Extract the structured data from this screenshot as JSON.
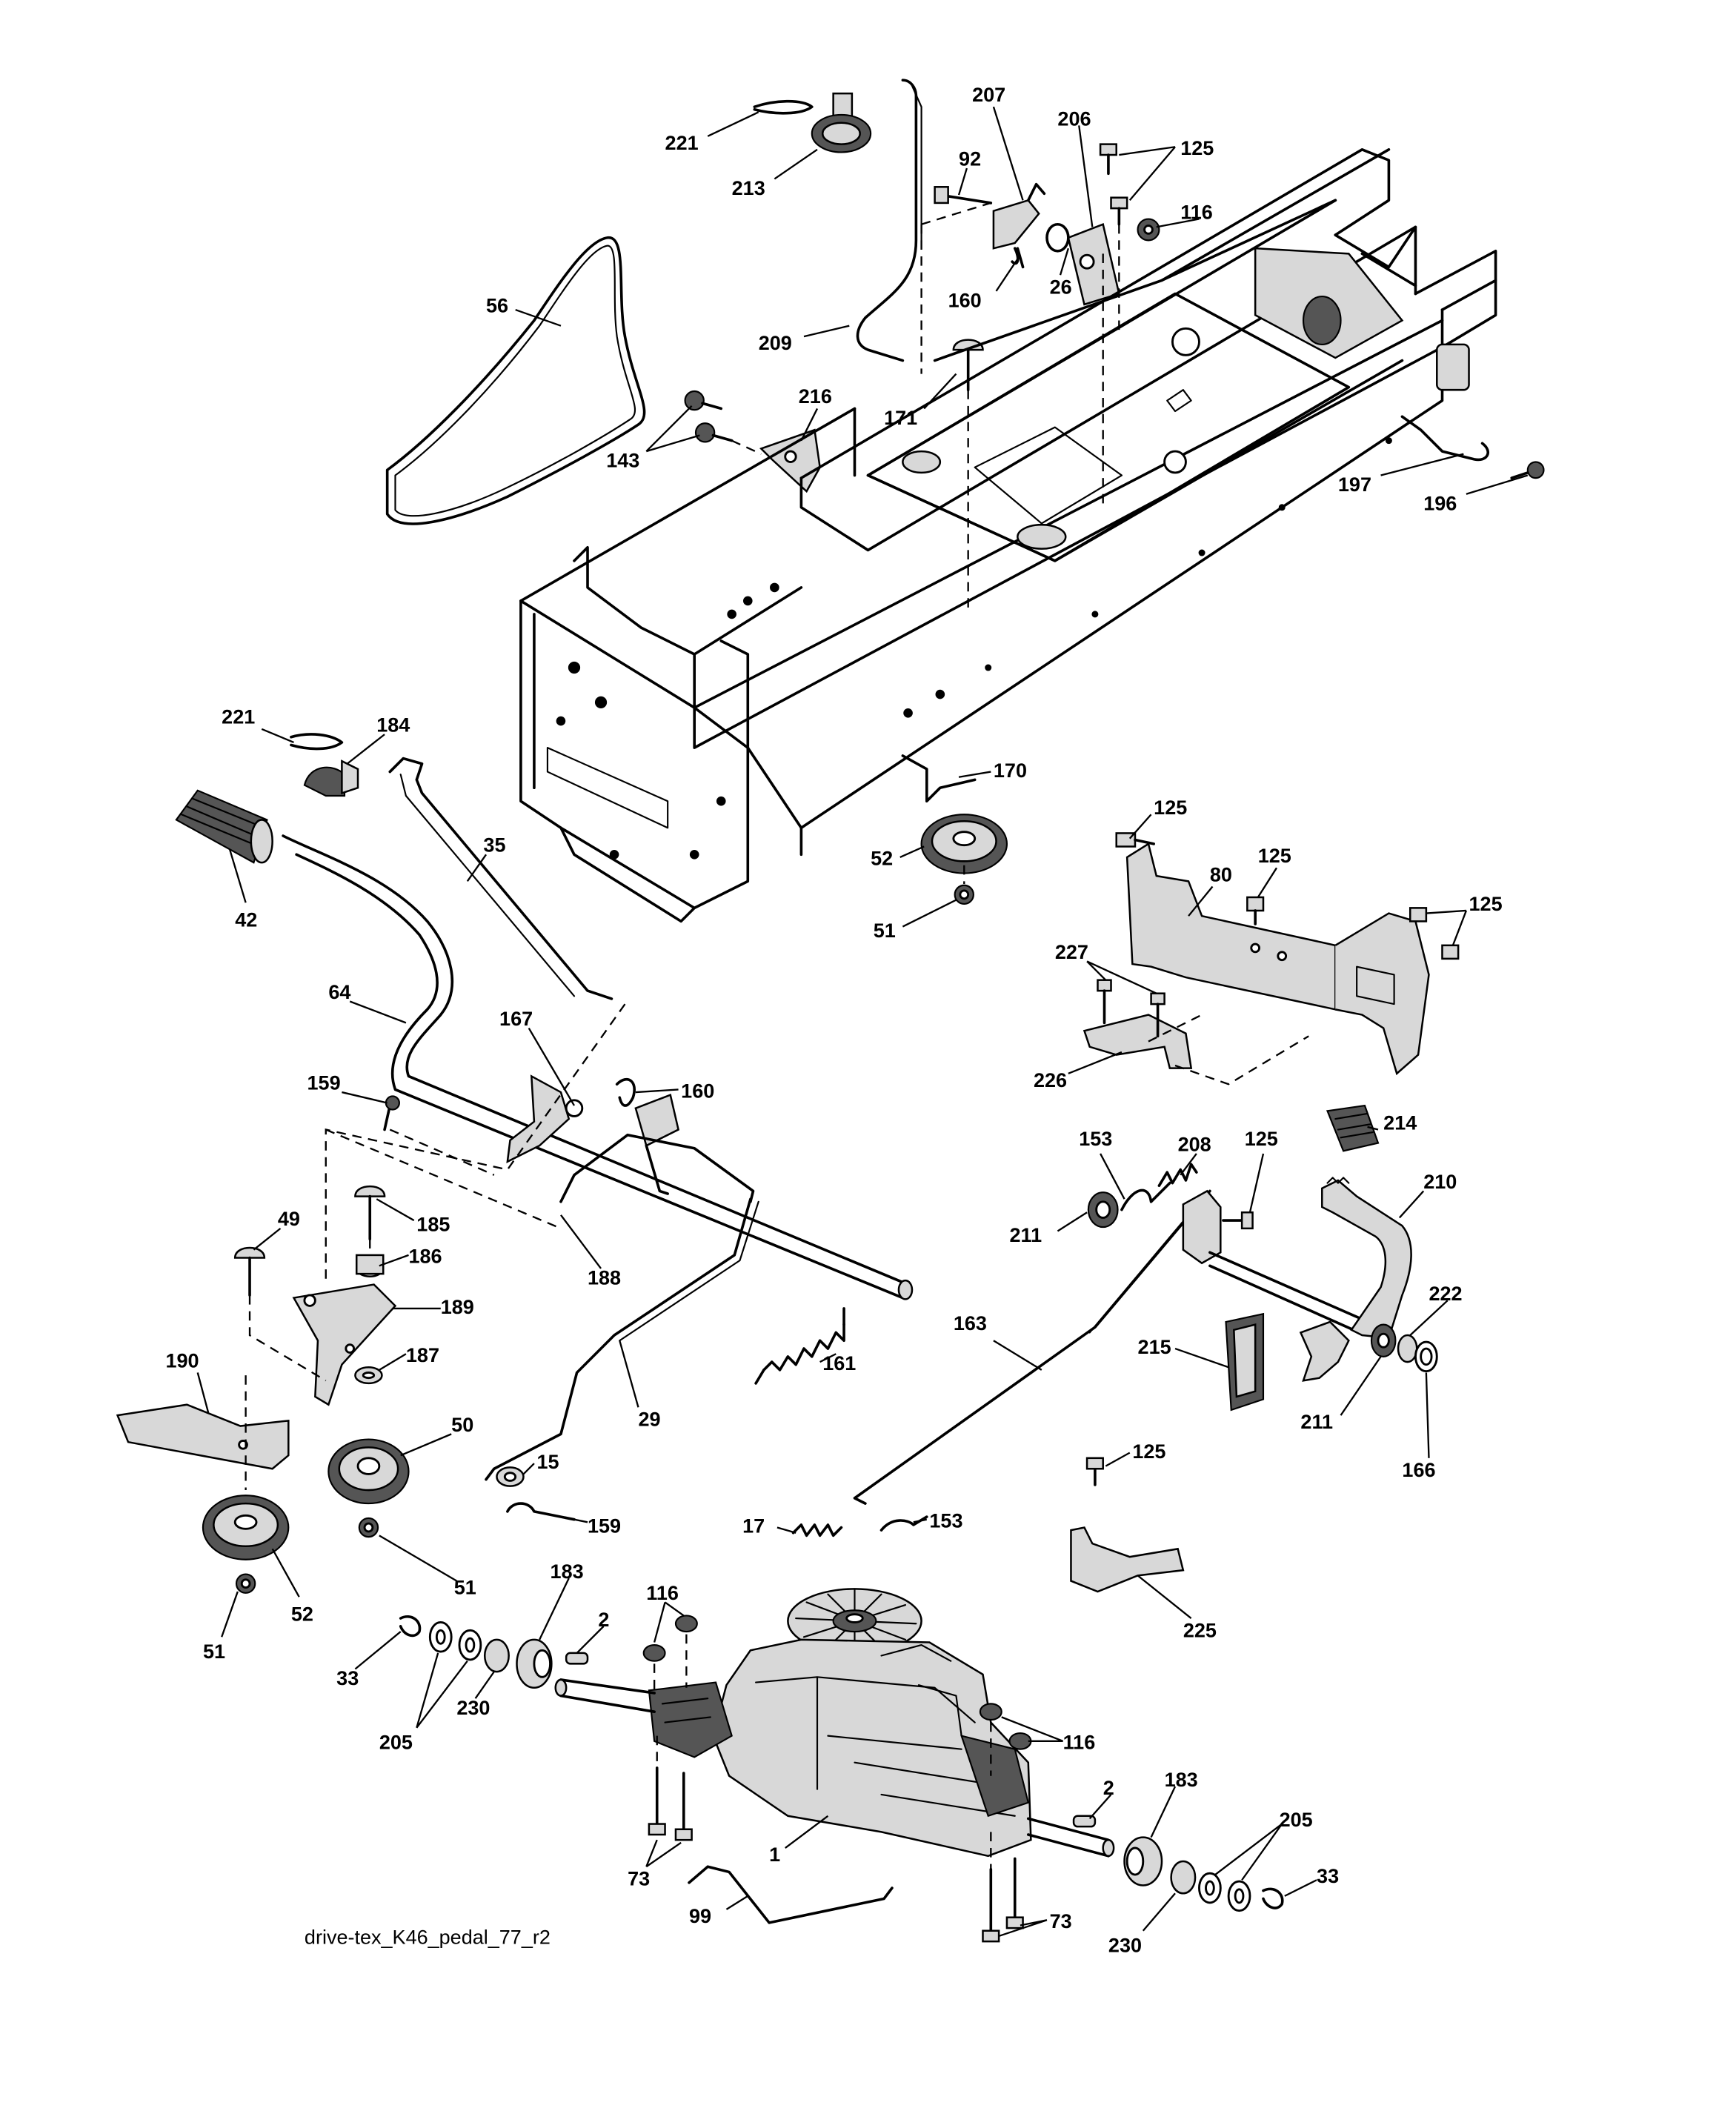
{
  "caption": "drive-tex_K46_pedal_77_r2",
  "callouts": {
    "221a": "221",
    "213": "213",
    "56": "56",
    "207": "207",
    "92": "92",
    "206": "206",
    "125a": "125",
    "116a": "116",
    "160a": "160",
    "26": "26",
    "209": "209",
    "171": "171",
    "216": "216",
    "143": "143",
    "197": "197",
    "196": "196",
    "221b": "221",
    "184": "184",
    "35": "35",
    "42": "42",
    "64": "64",
    "167": "167",
    "160b": "160",
    "159a": "159",
    "49": "49",
    "185": "185",
    "186": "186",
    "188": "188",
    "189": "189",
    "187": "187",
    "190": "190",
    "50": "50",
    "29": "29",
    "161": "161",
    "15": "15",
    "159b": "159",
    "52b": "52",
    "51b": "51",
    "51c": "51",
    "170": "170",
    "52a": "52",
    "51a": "51",
    "125b": "125",
    "125c": "125",
    "80": "80",
    "125d": "125",
    "227": "227",
    "226": "226",
    "153a": "153",
    "208": "208",
    "125e": "125",
    "214": "214",
    "210": "210",
    "211a": "211",
    "163": "163",
    "215": "215",
    "222": "222",
    "211b": "211",
    "166": "166",
    "125f": "125",
    "17": "17",
    "153b": "153",
    "225": "225",
    "183a": "183",
    "116b": "116",
    "2a": "2",
    "33a": "33",
    "205a": "205",
    "230a": "230",
    "116c": "116",
    "2b": "2",
    "183b": "183",
    "205b": "205",
    "33b": "33",
    "1": "1",
    "73a": "73",
    "99": "99",
    "73b": "73",
    "230b": "230"
  }
}
